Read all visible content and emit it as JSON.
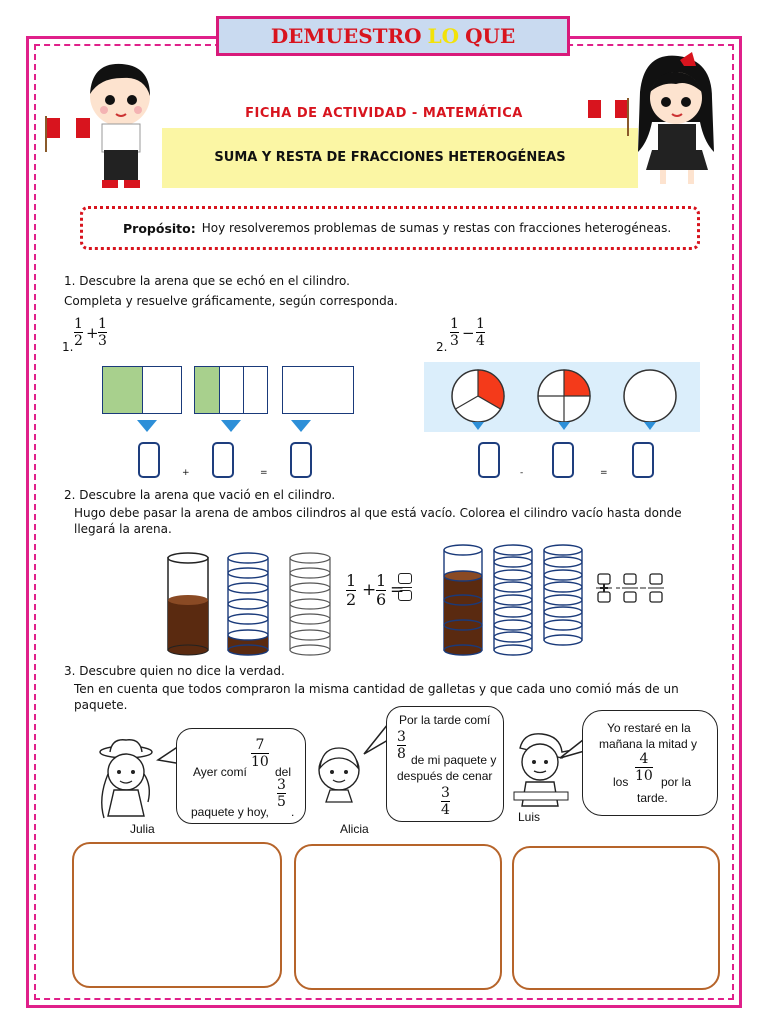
{
  "banner": {
    "w1": "DEMUESTRO",
    "w2": "LO",
    "w3": "QUE"
  },
  "header": {
    "ficha": "FICHA DE ACTIVIDAD - MATEMÁTICA",
    "subtitle": "SUMA Y RESTA DE FRACCIONES HETEROGÉNEAS"
  },
  "purpose": {
    "label": "Propósito:",
    "text": "Hoy resolveremos problemas de sumas y restas con fracciones heterogéneas."
  },
  "q1": {
    "title": "1. Descubre la arena que se echó en el cilindro.",
    "instruction": "Completa y resuelve gráficamente, según corresponda.",
    "p1": {
      "num": "1.",
      "a_num": "1",
      "a_den": "2",
      "op": "+",
      "b_num": "1",
      "b_den": "3"
    },
    "p2": {
      "num": "2.",
      "a_num": "1",
      "a_den": "3",
      "op": "−",
      "b_num": "1",
      "b_den": "4"
    },
    "plus": "+",
    "minus": "-",
    "eq": "="
  },
  "q2": {
    "title": "2. Descubre la arena que vació en el cilindro.",
    "line1": "Hugo debe pasar la arena de ambos cilindros al que está vacío. Colorea el cilindro vacío hasta donde",
    "line2": "llegará la arena.",
    "eq1": {
      "a_num": "1",
      "a_den": "2",
      "op": "+",
      "b_num": "1",
      "b_den": "6",
      "eq": "="
    }
  },
  "q3": {
    "title": "3. Descubre quien no dice la verdad.",
    "line1": "Ten en cuenta que todos compraron la misma cantidad de galletas y que cada uno comió más de un",
    "line2": "paquete.",
    "julia": {
      "name": "Julia",
      "t1": "Ayer comí",
      "f1_num": "7",
      "f1_den": "10",
      "t2": "del",
      "t3": "paquete y hoy,",
      "f2_num": "3",
      "f2_den": "5",
      "t4": "."
    },
    "alicia": {
      "name": "Alicia",
      "t1": "Por la tarde comí",
      "f1_num": "3",
      "f1_den": "8",
      "t2": "de mi paquete y",
      "t3": "después de cenar",
      "f2_num": "3",
      "f2_den": "4"
    },
    "luis": {
      "name": "Luis",
      "t1": "Yo restaré en la",
      "t2": "mañana la mitad y",
      "f1_num": "4",
      "t3": "los",
      "f1_den": "10",
      "t4": "por la",
      "t5": "tarde."
    }
  },
  "colors": {
    "pink": "#e0208a",
    "red": "#d8141e",
    "yellow": "#fbf6a4",
    "green": "#a8d08d",
    "sand": "#5a2a10",
    "blue": "#2d8fd8",
    "orange": "#b6642a"
  }
}
